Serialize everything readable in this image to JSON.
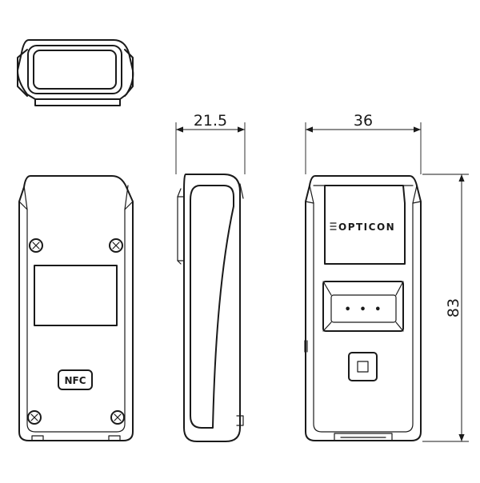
{
  "dimensions": {
    "depth": "21.5",
    "width": "36",
    "height": "83"
  },
  "labels": {
    "brand": "OPTICON",
    "nfc": "NFC",
    "indicator_dots": "• • •"
  }
}
